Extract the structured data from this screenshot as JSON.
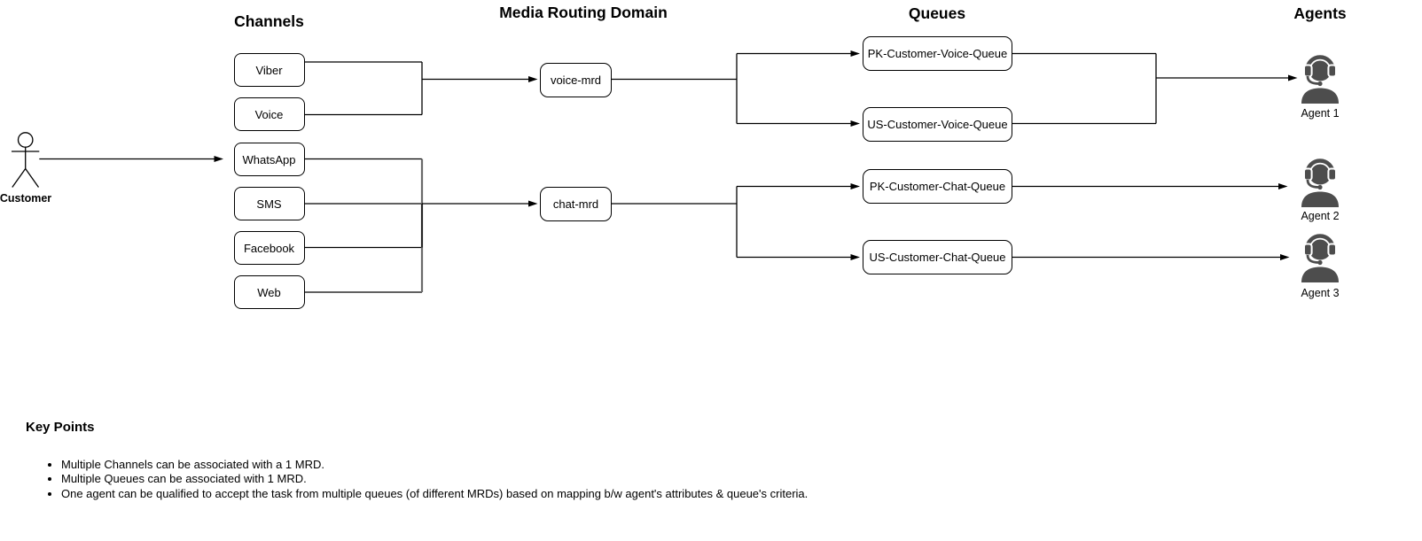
{
  "titles": {
    "channels": "Channels",
    "mrd": "Media Routing Domain",
    "queues": "Queues",
    "agents": "Agents"
  },
  "customer": {
    "label": "Customer"
  },
  "channels": {
    "items": [
      {
        "label": "Viber"
      },
      {
        "label": "Voice"
      },
      {
        "label": "WhatsApp"
      },
      {
        "label": "SMS"
      },
      {
        "label": "Facebook"
      },
      {
        "label": "Web"
      }
    ]
  },
  "mrds": {
    "items": [
      {
        "label": "voice-mrd"
      },
      {
        "label": "chat-mrd"
      }
    ]
  },
  "queues": {
    "items": [
      {
        "label": "PK-Customer-Voice-Queue"
      },
      {
        "label": "US-Customer-Voice-Queue"
      },
      {
        "label": "PK-Customer-Chat-Queue"
      },
      {
        "label": "US-Customer-Chat-Queue"
      }
    ]
  },
  "agents": {
    "items": [
      {
        "label": "Agent 1"
      },
      {
        "label": "Agent 2"
      },
      {
        "label": "Agent 3"
      }
    ]
  },
  "key_points": {
    "heading": "Key Points",
    "bullets": [
      "Multiple Channels can be associated with a 1 MRD.",
      "Multiple Queues can be associated with 1 MRD.",
      "One agent can be qualified to accept the task from multiple queues (of different MRDs) based on mapping b/w agent's attributes & queue's criteria."
    ]
  },
  "colors": {
    "stroke": "#000000",
    "agent_icon": "#4d4d4d",
    "background": "#ffffff",
    "junction_gray": "#6b6b6b"
  }
}
